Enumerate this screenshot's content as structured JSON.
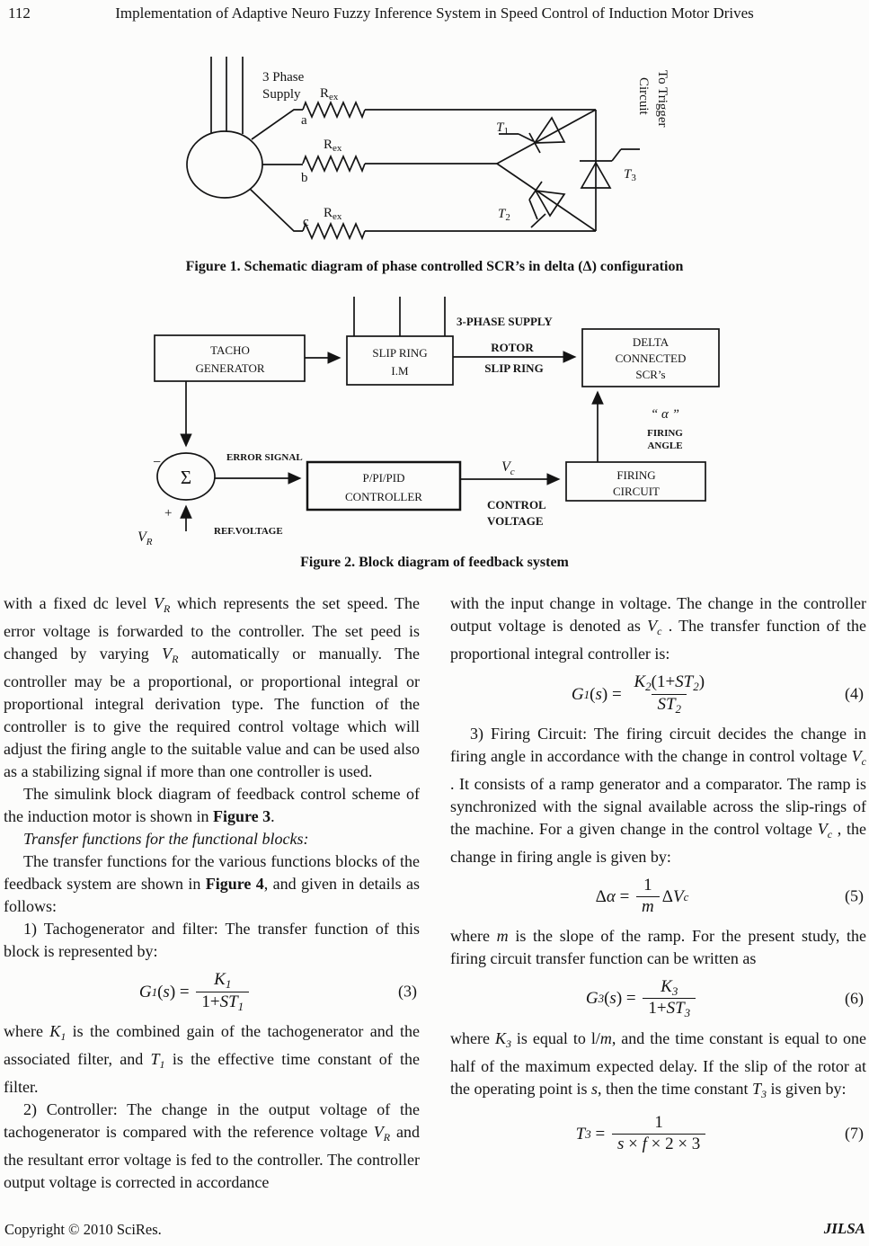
{
  "header": {
    "page_number": "112",
    "running_title": "Implementation of Adaptive Neuro Fuzzy Inference System in Speed Control of Induction Motor Drives"
  },
  "figure1": {
    "caption": "Figure 1. Schematic diagram of phase controlled SCR’s in delta (Δ) configuration",
    "labels": {
      "supply_line1": "3 Phase",
      "supply_line2": "Supply",
      "phase_a": "a",
      "phase_b": "b",
      "phase_c": "c",
      "r_base": "R",
      "r_sub": "ex",
      "t_base": "T",
      "t1_sub": "1",
      "t2_sub": "2",
      "t3_sub": "3",
      "trigger_line1": "To Trigger",
      "trigger_line2": "Circuit"
    }
  },
  "figure2": {
    "caption": "Figure 2. Block diagram of feedback system",
    "blocks": {
      "tacho": [
        "TACHO",
        "GENERATOR"
      ],
      "slip_ring": [
        "SLIP RING",
        "I.M"
      ],
      "delta": [
        "DELTA",
        "CONNECTED",
        "SCR’s"
      ],
      "controller": [
        "P/PI/PID",
        "CONTROLLER"
      ],
      "firing": [
        "FIRING",
        "CIRCUIT"
      ]
    },
    "labels": {
      "three_phase_supply": "3-PHASE SUPPLY",
      "rotor": "ROTOR",
      "slip_ring": "SLIP RING",
      "error_signal": "ERROR SIGNAL",
      "ref_voltage": "REF.VOLTAGE",
      "control_line1": "CONTROL",
      "control_line2": "VOLTAGE",
      "alpha": "“ α ”",
      "firing_angle_line1": "FIRING",
      "firing_angle_line2": "ANGLE",
      "sigma": "Σ",
      "minus": "−",
      "plus": "+",
      "v_base": "V",
      "vr_sub": "R",
      "vc_sub": "c"
    }
  },
  "body": {
    "left_column": {
      "p1": [
        {
          "t": "with a fixed dc level "
        },
        {
          "t": "V",
          "s": "m"
        },
        {
          "t": "R",
          "s": "msub"
        },
        {
          "t": " which represents the set speed. The error voltage is forwarded to the controller. The set peed is changed by varying "
        },
        {
          "t": "V",
          "s": "m"
        },
        {
          "t": "R",
          "s": "msub"
        },
        {
          "t": " automatically or manually. The controller may be a proportional, or proportional integral or proportional integral derivation type. The function of the controller is to give the required control voltage which will adjust the firing angle to the suitable value and can be used also as a stabilizing signal if more than one controller is used."
        }
      ],
      "p2": [
        {
          "t": "The simulink block diagram of feedback control scheme of the induction motor is shown in "
        },
        {
          "t": "Figure 3",
          "s": "b"
        },
        {
          "t": "."
        }
      ],
      "p3": [
        {
          "t": "Transfer functions for the functional blocks:",
          "s": "i"
        }
      ],
      "p4": [
        {
          "t": "The transfer functions for the various functions blocks of the feedback system are shown in "
        },
        {
          "t": "Figure 4",
          "s": "b"
        },
        {
          "t": ", and given in details as follows:"
        }
      ],
      "p5": [
        {
          "t": "1) Tachogenerator and filter: The transfer function of this block is represented by:"
        }
      ],
      "eq3": {
        "tokens": [
          {
            "t": "G",
            "s": "i"
          },
          {
            "t": "1",
            "s": "sub"
          },
          {
            "t": "(",
            "s": "n"
          },
          {
            "t": "s",
            "s": "i"
          },
          {
            "t": ")",
            "s": "n"
          },
          {
            "t": " = ",
            "s": "n"
          },
          {
            "frac": {
              "num": [
                {
                  "t": "K",
                  "s": "i"
                },
                {
                  "t": "1",
                  "s": "sub"
                }
              ],
              "den": [
                {
                  "t": "1+",
                  "s": "n"
                },
                {
                  "t": "ST",
                  "s": "i"
                },
                {
                  "t": "1",
                  "s": "sub"
                }
              ]
            }
          }
        ],
        "number": "(3)"
      },
      "p6": [
        {
          "t": "where "
        },
        {
          "t": "K",
          "s": "m"
        },
        {
          "t": "1",
          "s": "msub"
        },
        {
          "t": " is the combined gain of the tachogenerator and the associated filter, and "
        },
        {
          "t": "T",
          "s": "m"
        },
        {
          "t": "1",
          "s": "msub"
        },
        {
          "t": " is the effective time constant of the filter."
        }
      ],
      "p7": [
        {
          "t": "2) Controller: The change in the output voltage of the tachogenerator is compared with the reference voltage "
        },
        {
          "t": "V",
          "s": "m"
        },
        {
          "t": "R",
          "s": "msub"
        },
        {
          "t": " and the resultant error voltage is fed to the controller. The controller output voltage is corrected in accordance"
        }
      ]
    },
    "right_column": {
      "p1": [
        {
          "t": "with the input change in voltage. The change in the controller output voltage is denoted as "
        },
        {
          "t": "V",
          "s": "m"
        },
        {
          "t": "c",
          "s": "msub"
        },
        {
          "t": " . The transfer function of the proportional integral controller is:"
        }
      ],
      "eq4": {
        "tokens": [
          {
            "t": "G",
            "s": "i"
          },
          {
            "t": "1",
            "s": "sub"
          },
          {
            "t": "(",
            "s": "n"
          },
          {
            "t": "s",
            "s": "i"
          },
          {
            "t": ")",
            "s": "n"
          },
          {
            "t": " = ",
            "s": "n"
          },
          {
            "frac": {
              "num": [
                {
                  "t": "K",
                  "s": "i"
                },
                {
                  "t": "2",
                  "s": "sub"
                },
                {
                  "t": "(1+",
                  "s": "n"
                },
                {
                  "t": "ST",
                  "s": "i"
                },
                {
                  "t": "2",
                  "s": "sub"
                },
                {
                  "t": ")",
                  "s": "n"
                }
              ],
              "den": [
                {
                  "t": "ST",
                  "s": "i"
                },
                {
                  "t": "2",
                  "s": "sub"
                }
              ]
            }
          }
        ],
        "number": "(4)"
      },
      "p2": [
        {
          "t": "3) Firing Circuit: The firing circuit decides the change in firing angle in accordance with the change in control voltage "
        },
        {
          "t": "V",
          "s": "m"
        },
        {
          "t": "c",
          "s": "msub"
        },
        {
          "t": " . It consists of a ramp generator and a comparator. The ramp is synchronized with the signal available across the slip-rings of the machine. For a given change in the control voltage "
        },
        {
          "t": "V",
          "s": "m"
        },
        {
          "t": "c",
          "s": "msub"
        },
        {
          "t": " , the change in firing angle is given by:"
        }
      ],
      "eq5": {
        "tokens": [
          {
            "t": "Δ",
            "s": "n"
          },
          {
            "t": "α",
            "s": "i"
          },
          {
            "t": " = ",
            "s": "n"
          },
          {
            "frac": {
              "num": [
                {
                  "t": "1",
                  "s": "n"
                }
              ],
              "den": [
                {
                  "t": "m",
                  "s": "i"
                }
              ]
            }
          },
          {
            "t": "Δ",
            "s": "n"
          },
          {
            "t": "V",
            "s": "i"
          },
          {
            "t": "c",
            "s": "sub"
          }
        ],
        "number": "(5)"
      },
      "p3": [
        {
          "t": "where "
        },
        {
          "t": "m",
          "s": "i"
        },
        {
          "t": " is the slope of the ramp. For the present study, the firing circuit transfer function can be written as"
        }
      ],
      "eq6": {
        "tokens": [
          {
            "t": "G",
            "s": "i"
          },
          {
            "t": "3",
            "s": "sub"
          },
          {
            "t": "(",
            "s": "n"
          },
          {
            "t": "s",
            "s": "i"
          },
          {
            "t": ")",
            "s": "n"
          },
          {
            "t": " = ",
            "s": "n"
          },
          {
            "frac": {
              "num": [
                {
                  "t": "K",
                  "s": "i"
                },
                {
                  "t": "3",
                  "s": "sub"
                }
              ],
              "den": [
                {
                  "t": "1+",
                  "s": "n"
                },
                {
                  "t": "ST",
                  "s": "i"
                },
                {
                  "t": "3",
                  "s": "sub"
                }
              ]
            }
          }
        ],
        "number": "(6)"
      },
      "p4": [
        {
          "t": "where "
        },
        {
          "t": "K",
          "s": "m"
        },
        {
          "t": "3",
          "s": "msub"
        },
        {
          "t": " is equal to l/"
        },
        {
          "t": "m",
          "s": "i"
        },
        {
          "t": ", and the time constant is equal to one half of the maximum expected delay. If the slip of the rotor at the operating point is "
        },
        {
          "t": "s",
          "s": "i"
        },
        {
          "t": ", then the time constant "
        },
        {
          "t": "T",
          "s": "m"
        },
        {
          "t": "3",
          "s": "msub"
        },
        {
          "t": " is given by:"
        }
      ],
      "eq7": {
        "tokens": [
          {
            "t": "T",
            "s": "i"
          },
          {
            "t": "3",
            "s": "sub"
          },
          {
            "t": " = ",
            "s": "n"
          },
          {
            "frac": {
              "num": [
                {
                  "t": "1",
                  "s": "n"
                }
              ],
              "den": [
                {
                  "t": "s",
                  "s": "i"
                },
                {
                  "t": " × ",
                  "s": "n"
                },
                {
                  "t": "f",
                  "s": "i"
                },
                {
                  "t": " × 2 × 3",
                  "s": "n"
                }
              ]
            }
          }
        ],
        "number": "(7)"
      }
    }
  },
  "footer": {
    "copyright": "Copyright © 2010 SciRes.",
    "journal": "JILSA"
  }
}
